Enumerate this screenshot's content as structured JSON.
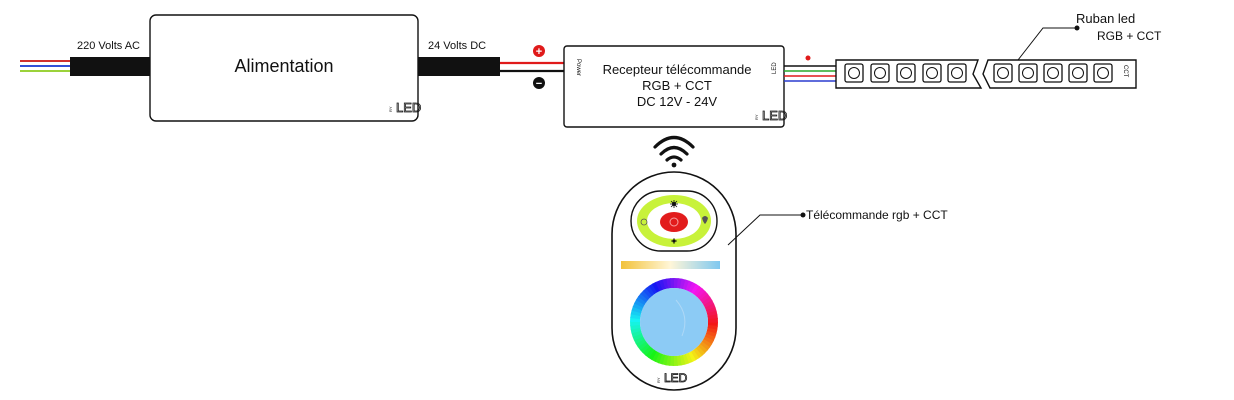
{
  "power_supply": {
    "title": "Alimentation",
    "input_label": "220 Volts AC",
    "output_label": "24 Volts DC",
    "brand": "LED"
  },
  "receiver": {
    "line1": "Recepteur télécommande",
    "line2": "RGB + CCT",
    "line3": "DC 12V - 24V",
    "port_power": "Power",
    "port_led": "LED",
    "brand": "LED",
    "plus_symbol": "+",
    "minus_symbol": "−"
  },
  "strip": {
    "title": "Ruban led",
    "subtitle": "RGB + CCT",
    "end_marking": "CCT"
  },
  "remote": {
    "label": "Télécommande rgb + CCT",
    "brand": "LED",
    "icons": [
      "wifi-icon",
      "sun-icon",
      "power-icon",
      "bulb-icon",
      "mode-icon"
    ]
  },
  "colors": {
    "wire_red": "#e01a1a",
    "wire_black": "#111111",
    "wire_green": "#2aa82a",
    "wire_blue": "#2a3ccf",
    "ring_yellow": "#c8f23a",
    "button_red": "#e21c1c",
    "center_blue": "#8ccbf5"
  }
}
